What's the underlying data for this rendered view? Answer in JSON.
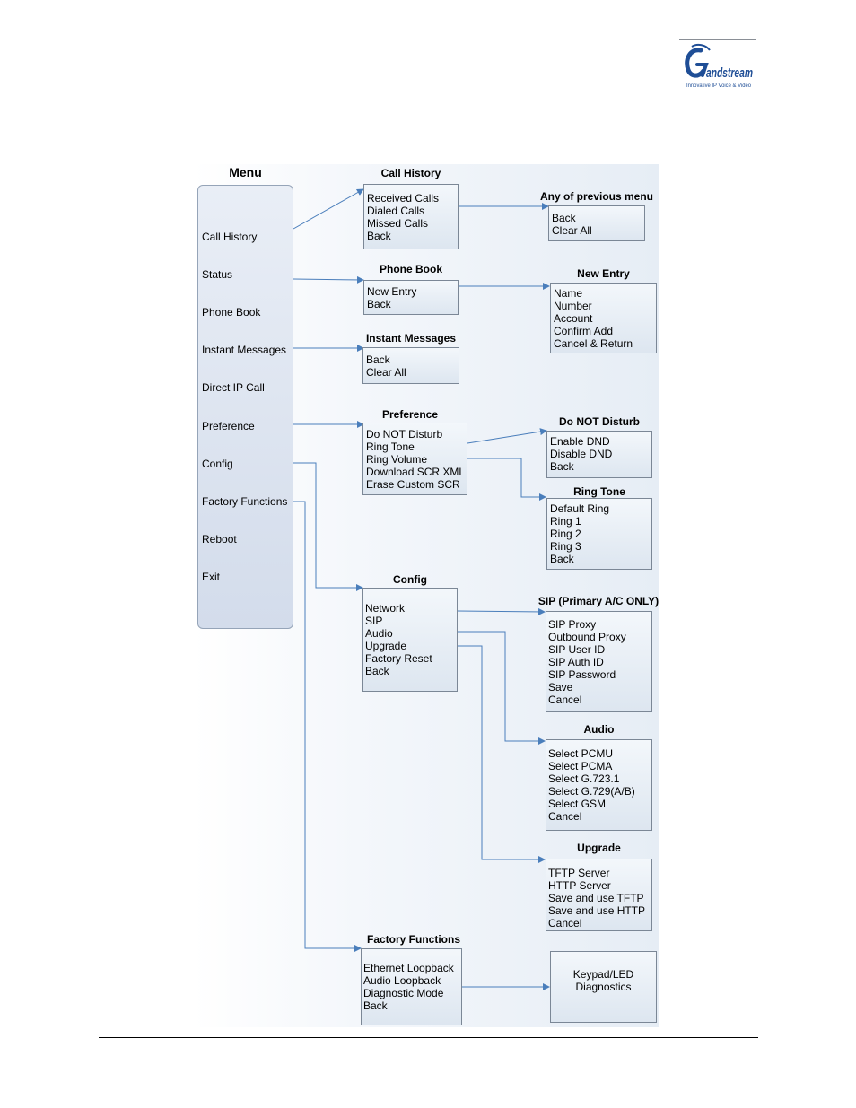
{
  "brand": {
    "name": "Grandstream",
    "tagline": "Innovative IP Voice & Video"
  },
  "menu": {
    "title": "Menu",
    "items": [
      "Call History",
      "Status",
      "Phone Book",
      "Instant Messages",
      "Direct IP Call",
      "Preference",
      "Config",
      "Factory Functions",
      "Reboot",
      "Exit"
    ]
  },
  "call_history": {
    "title": "Call History",
    "items": [
      "Received Calls",
      "Dialed Calls",
      "Missed Calls",
      "Back"
    ]
  },
  "any_previous": {
    "title": "Any of previous menu",
    "items": [
      "Back",
      "Clear All"
    ]
  },
  "phone_book": {
    "title": "Phone Book",
    "items": [
      "New Entry",
      "Back"
    ]
  },
  "new_entry": {
    "title": "New Entry",
    "items": [
      "Name",
      "Number",
      "Account",
      "Confirm Add",
      "Cancel & Return"
    ]
  },
  "instant_messages": {
    "title": "Instant Messages",
    "items": [
      "Back",
      "Clear All"
    ]
  },
  "preference": {
    "title": "Preference",
    "items": [
      "Do NOT Disturb",
      "Ring Tone",
      "Ring Volume",
      "Download SCR XML",
      "Erase Custom SCR"
    ]
  },
  "dnd": {
    "title": "Do NOT Disturb",
    "items": [
      "Enable DND",
      "Disable DND",
      "Back"
    ]
  },
  "ring_tone": {
    "title": "Ring Tone",
    "items": [
      "Default Ring",
      "Ring 1",
      "Ring 2",
      "Ring 3",
      "Back"
    ]
  },
  "config": {
    "title": "Config",
    "items": [
      "Network",
      "SIP",
      "Audio",
      "Upgrade",
      "Factory Reset",
      "Back"
    ]
  },
  "sip": {
    "title": "SIP (Primary A/C ONLY)",
    "items": [
      "SIP Proxy",
      "Outbound Proxy",
      "SIP User ID",
      "SIP Auth ID",
      "SIP Password",
      "Save",
      "Cancel"
    ]
  },
  "audio": {
    "title": "Audio",
    "items": [
      "Select PCMU",
      "Select PCMA",
      "Select G.723.1",
      "Select G.729(A/B)",
      "Select GSM",
      "Cancel"
    ]
  },
  "upgrade": {
    "title": "Upgrade",
    "items": [
      "TFTP Server",
      "HTTP Server",
      "Save and use TFTP",
      "Save and use HTTP",
      "Cancel"
    ]
  },
  "factory_functions": {
    "title": "Factory Functions",
    "items": [
      "Ethernet Loopback",
      "Audio Loopback",
      "Diagnostic Mode",
      "Back"
    ]
  },
  "keypad_led": {
    "line1": "Keypad/LED",
    "line2": "Diagnostics"
  },
  "colors": {
    "connector": "#4a7ebb",
    "box_border": "#7b8796"
  }
}
